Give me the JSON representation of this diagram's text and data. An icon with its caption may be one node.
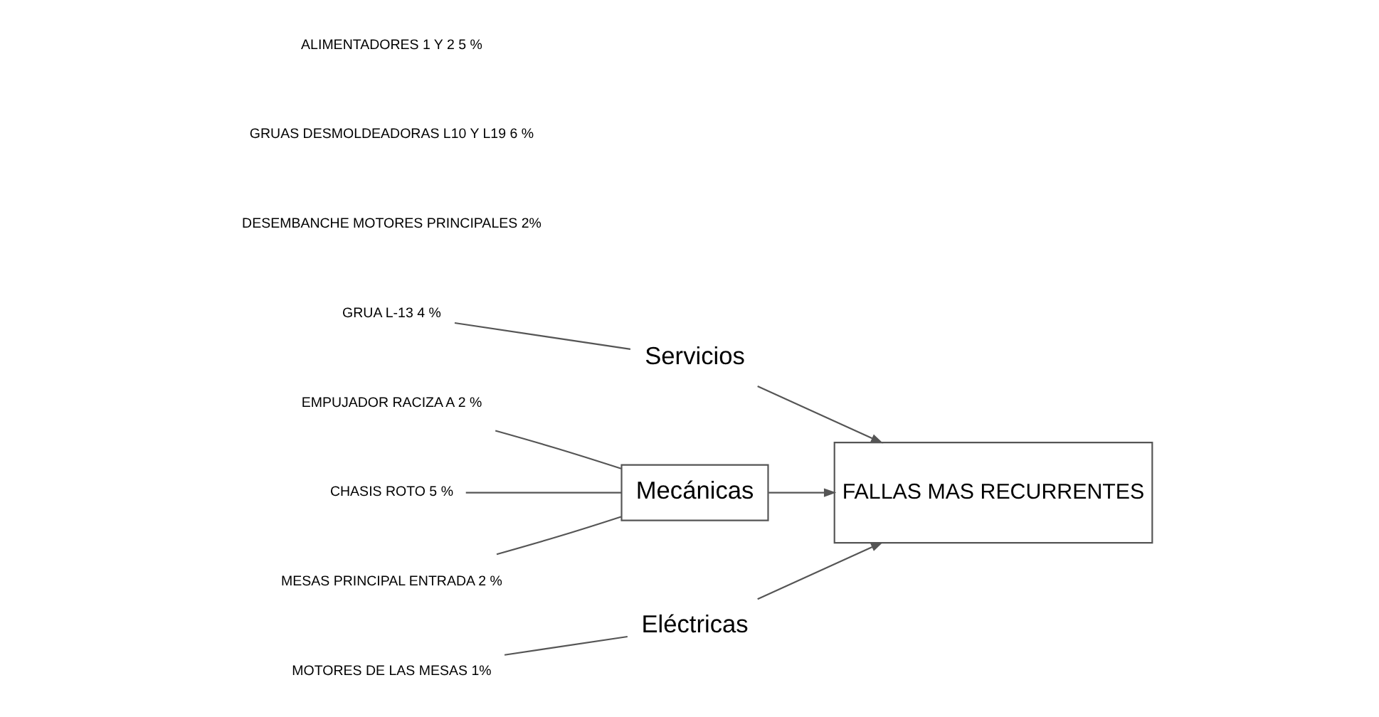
{
  "diagram": {
    "nodes": [
      {
        "text": [
          "Eléctricas"
        ]
      },
      {
        "text": [
          "Servicios"
        ]
      },
      {
        "text": [
          "Mecánicas"
        ]
      },
      {
        "text": [
          "FALLAS MAS RECURRENTES"
        ]
      },
      {
        "text": [
          "MOTORES DE LAS MESAS 1%"
        ]
      },
      {
        "text": [
          "DESEMBANCHE MOTORES PRINCIPALES 2%"
        ]
      },
      {
        "text": [
          "GRUA L-13 4 %"
        ]
      },
      {
        "text": [
          "GRUAS DESMOLDEADORAS L10 Y L19 6 %"
        ]
      },
      {
        "text": [
          "ALIMENTADORES 1 Y 2 5 %"
        ]
      },
      {
        "text": [
          "EMPUJADOR RACIZA A 2 %"
        ]
      },
      {
        "text": [
          "CHASIS ROTO 5 %"
        ]
      },
      {
        "text": [
          "MESAS PRINCIPAL ENTRADA 2 %"
        ]
      }
    ],
    "edges": [
      {
        "from": 0,
        "to": 3,
        "arrow": "to"
      },
      {
        "from": 1,
        "to": 3,
        "arrow": "to"
      },
      {
        "from": 2,
        "to": 3,
        "arrow": "to"
      },
      {
        "from": 4,
        "to": 0,
        "arrow": "none"
      },
      {
        "from": 6,
        "to": 1,
        "arrow": "none"
      },
      {
        "from": 9,
        "to": 2,
        "arrow": "none"
      },
      {
        "from": 10,
        "to": 2,
        "arrow": "none"
      },
      {
        "from": 11,
        "to": 2,
        "arrow": "none"
      }
    ]
  }
}
